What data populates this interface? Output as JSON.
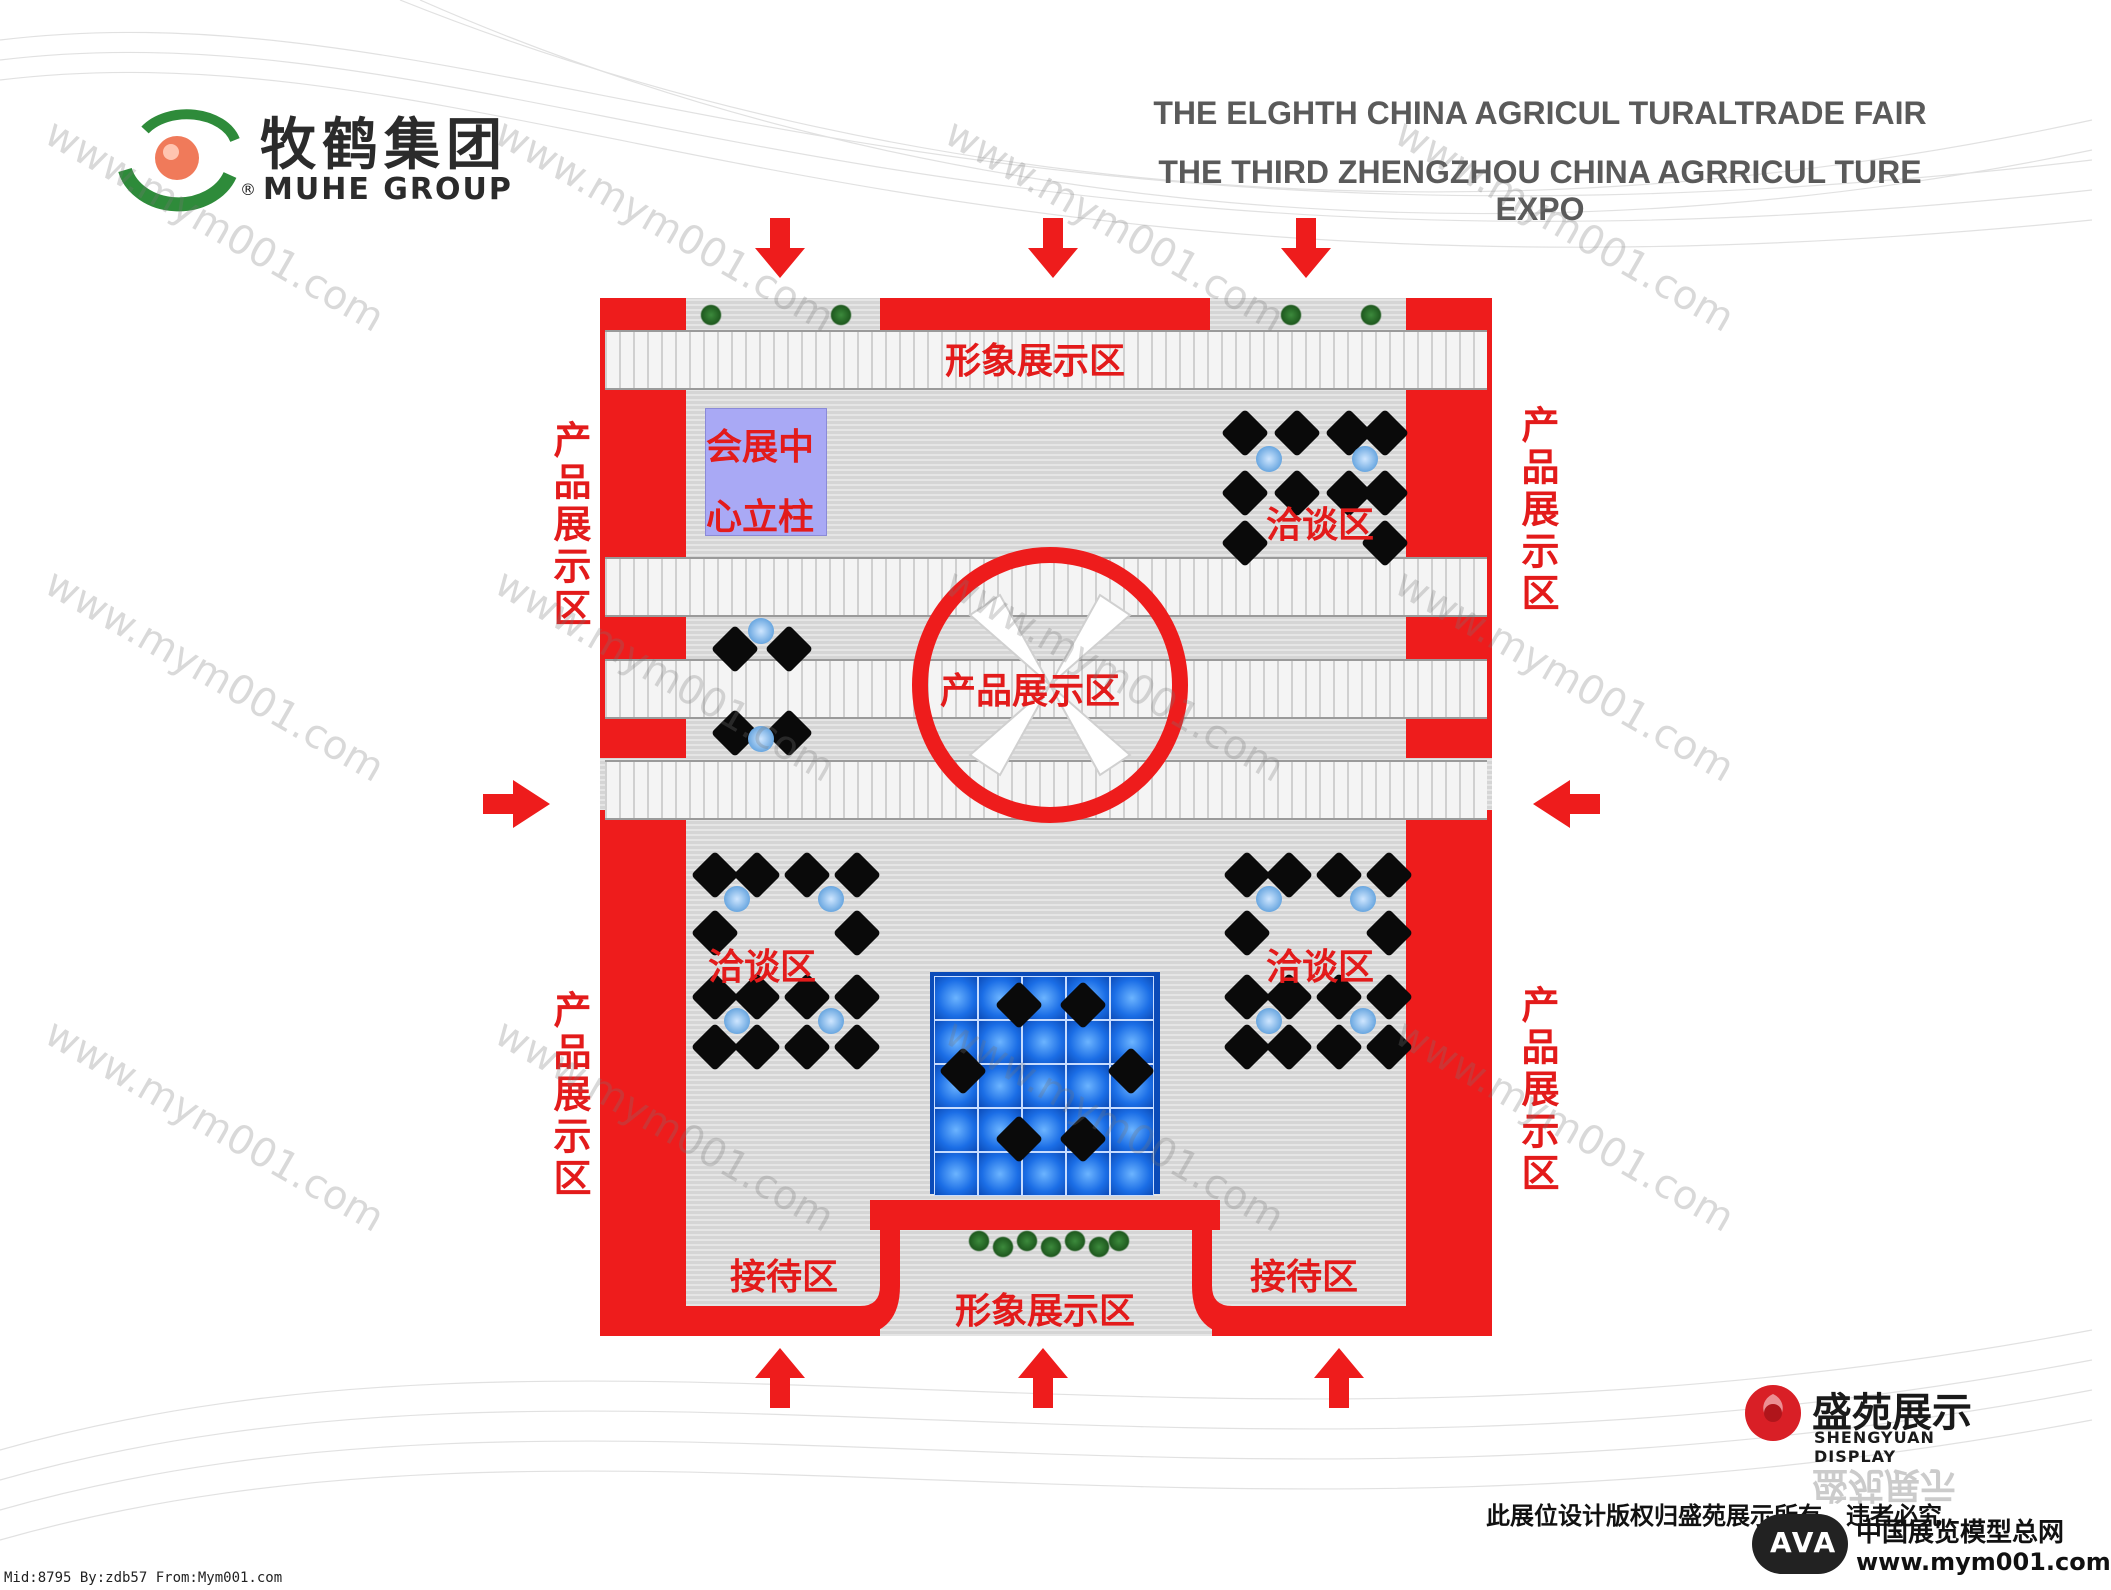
{
  "header": {
    "logo_cn": "牧鹤集团",
    "logo_en": "MUHE GROUP",
    "registered_mark": "®",
    "title_line1": "THE ELGHTH CHINA AGRICUL TURALTRADE FAIR",
    "title_line2": "THE THIRD ZHENGZHOU CHINA AGRRICUL TURE EXPO"
  },
  "floorplan": {
    "image_zone_top": "形象展示区",
    "image_zone_bottom": "形象展示区",
    "pillar_line1": "会展中",
    "pillar_line2": "心立柱",
    "product_center": "产品展示区",
    "product_left_top": "产品展示区",
    "product_left_bottom": "产品展示区",
    "product_right_top": "产品展示区",
    "product_right_bottom": "产品展示区",
    "negotiation_top_right": "洽谈区",
    "negotiation_bottom_left": "洽谈区",
    "negotiation_bottom_right": "洽谈区",
    "reception_left": "接待区",
    "reception_right": "接待区"
  },
  "brand": {
    "name_cn": "盛苑展示",
    "name_en": "SHENGYUAN DISPLAY",
    "copyright": "此展位设计版权归盛苑展示所有，违者必究",
    "site_name": "中国展览模型总网",
    "site_url": "www.mym001.com",
    "site_badge": "AVA",
    "footer_meta": "Mid:8795 By:zdb57 From:Mym001.com"
  },
  "watermark": "www.mym001.com",
  "colors": {
    "accent_red": "#ee1c1c",
    "logo_green": "#2e8b3a",
    "pillar_blue": "#a9a9f5",
    "water_blue": "#1b6ee6"
  }
}
